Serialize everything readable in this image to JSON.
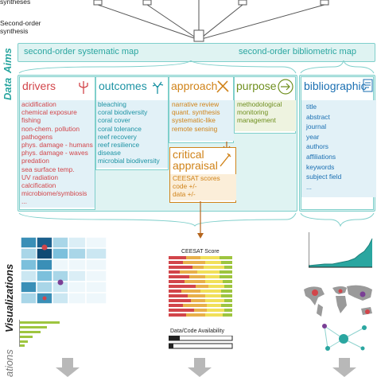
{
  "top": {
    "syntheses_label": "syntheses",
    "second_order_label": "Second-order synthesis"
  },
  "side_labels": {
    "aims": "Aims",
    "data": "Data",
    "visualizations": "Visualizations",
    "bottom_partial": "ations"
  },
  "aims": {
    "left": "second-order systematic map",
    "right": "second-order bibliometric map"
  },
  "columns": {
    "drivers": {
      "title": "drivers",
      "items": [
        "acidification",
        "chemical exposure",
        "fishing",
        "non-chem. pollution",
        "pathogens",
        "phys. damage - humans",
        "phys. damage - waves",
        "predation",
        "sea surface temp.",
        "UV radiation",
        "calcification",
        "microbiome/symbiosis",
        "..."
      ]
    },
    "outcomes": {
      "title": "outcomes",
      "items": [
        "bleaching",
        "coral biodiversity",
        "coral cover",
        "coral tolerance",
        "reef recovery",
        "reef resilience",
        "disease",
        "microbial biodiversity"
      ]
    },
    "approach": {
      "title": "approach",
      "items": [
        "narrative review",
        "quant. synthesis",
        "systematic-like",
        "remote sensing"
      ]
    },
    "purpose": {
      "title": "purpose",
      "items": [
        "methodological",
        "monitoring",
        "management"
      ]
    },
    "critical": {
      "title": "critical appraisal",
      "items": [
        "CEESAT scores",
        "code +/-",
        "data +/-"
      ]
    },
    "bibliographic": {
      "title": "bibliographic",
      "items": [
        "title",
        "abstract",
        "journal",
        "year",
        "authors",
        "affiliations",
        "keywords",
        "subject field",
        "..."
      ]
    }
  },
  "viz": {
    "ceesat_title": "CEESAT Score",
    "data_code_title": "Data/Code Availability"
  },
  "colors": {
    "teal": "#2aa6a0",
    "drivers": "#d2454a",
    "outcomes": "#1d93a4",
    "approach": "#d08319",
    "purpose": "#6f8f1f",
    "bibliographic": "#1a6fb2"
  }
}
